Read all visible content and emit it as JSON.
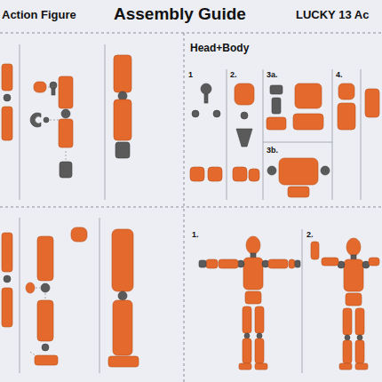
{
  "diagram": {
    "title": "Assembly Guide",
    "labels": [
      "Action Figure",
      "LUCKY 13 Ac",
      "Head+Body",
      "1",
      "2.",
      "3a.",
      "3b.",
      "4.",
      "1.",
      "2."
    ]
  }
}
